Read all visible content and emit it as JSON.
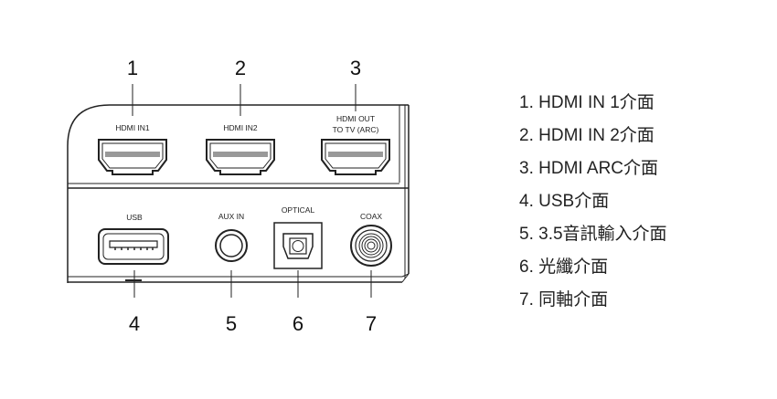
{
  "callouts": {
    "top": [
      "1",
      "2",
      "3"
    ],
    "bottom": [
      "4",
      "5",
      "6",
      "7"
    ]
  },
  "port_labels": {
    "hdmi1": "HDMI IN1",
    "hdmi2": "HDMI IN2",
    "hdmi_out_1": "HDMI OUT",
    "hdmi_out_2": "TO TV (ARC)",
    "usb": "USB",
    "aux": "AUX IN",
    "optical": "OPTICAL",
    "coax": "COAX"
  },
  "legend": [
    "1. HDMI IN 1介面",
    "2. HDMI IN 2介面",
    "3. HDMI ARC介面",
    "4. USB介面",
    "5. 3.5音訊輸入介面",
    "6. 光纖介面",
    "7. 同軸介面"
  ]
}
